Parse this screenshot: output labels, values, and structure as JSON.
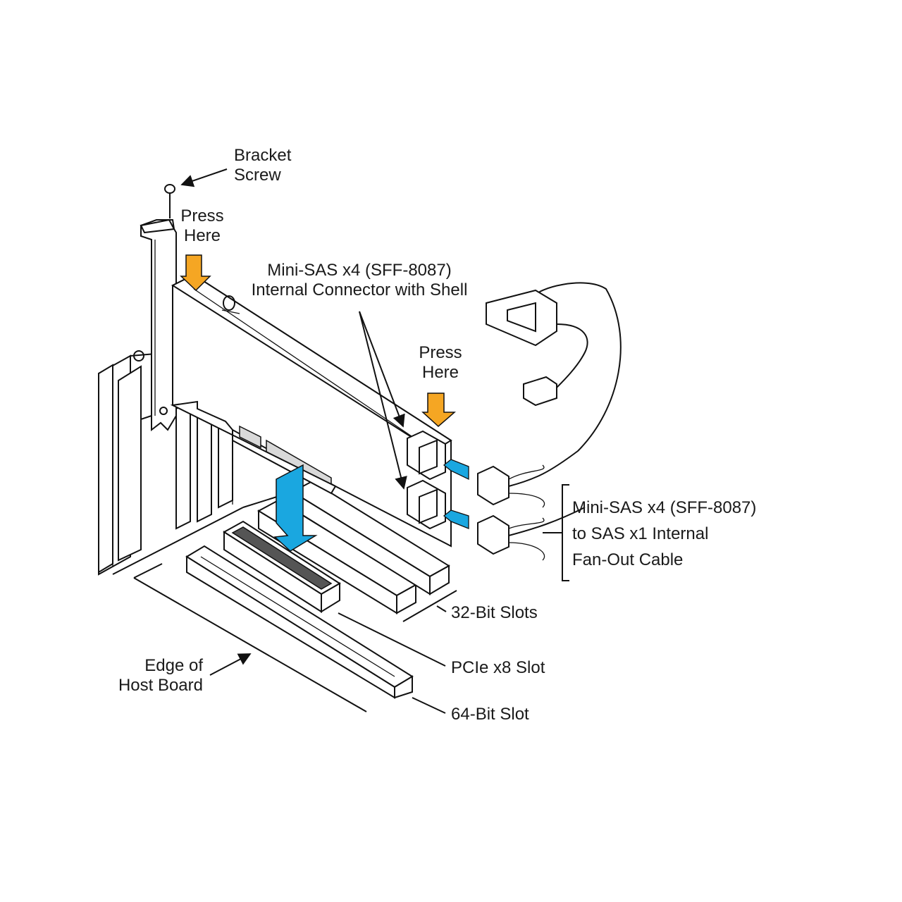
{
  "labels": {
    "bracket_screw": [
      "Bracket",
      "Screw"
    ],
    "press_here_left": [
      "Press",
      "Here"
    ],
    "press_here_right": [
      "Press",
      "Here"
    ],
    "connector": [
      "Mini-SAS x4 (SFF-8087)",
      "Internal Connector with Shell"
    ],
    "cable": [
      "Mini-SAS x4 (SFF-8087)",
      "to SAS x1 Internal",
      "Fan-Out Cable"
    ],
    "slots_32bit": "32-Bit Slots",
    "pcie_slot": "PCIe x8 Slot",
    "slot_64bit": "64-Bit Slot",
    "host_board_edge": [
      "Edge of",
      "Host Board"
    ]
  },
  "colors": {
    "press_arrow": "#f5a623",
    "connector_arrow": "#1aa7e0",
    "insert_arrow": "#1aa7e0",
    "line": "#111111"
  }
}
